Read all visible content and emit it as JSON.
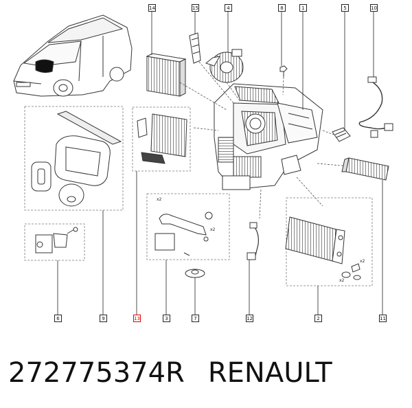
{
  "diagram": {
    "callouts": [
      {
        "id": "14",
        "ref": "14"
      },
      {
        "id": "15",
        "ref": "15"
      },
      {
        "id": "4",
        "ref": "4"
      },
      {
        "id": "8",
        "ref": "8"
      },
      {
        "id": "1",
        "ref": "1"
      },
      {
        "id": "5",
        "ref": "5"
      },
      {
        "id": "10",
        "ref": "10"
      },
      {
        "id": "6",
        "ref": "6"
      },
      {
        "id": "9",
        "ref": "9"
      },
      {
        "id": "13",
        "ref": "13",
        "highlighted": true
      },
      {
        "id": "3",
        "ref": "3"
      },
      {
        "id": "7",
        "ref": "7"
      },
      {
        "id": "12",
        "ref": "12"
      },
      {
        "id": "2",
        "ref": "2"
      },
      {
        "id": "11",
        "ref": "11"
      }
    ],
    "quantity_marks": [
      "x2",
      "x2",
      "x2",
      "x2"
    ],
    "highlight_color": "#e00000",
    "line_color": "#222222",
    "dashed_box_color": "#777777"
  },
  "caption": {
    "part_number": "272775374R",
    "brand": "RENAULT"
  }
}
